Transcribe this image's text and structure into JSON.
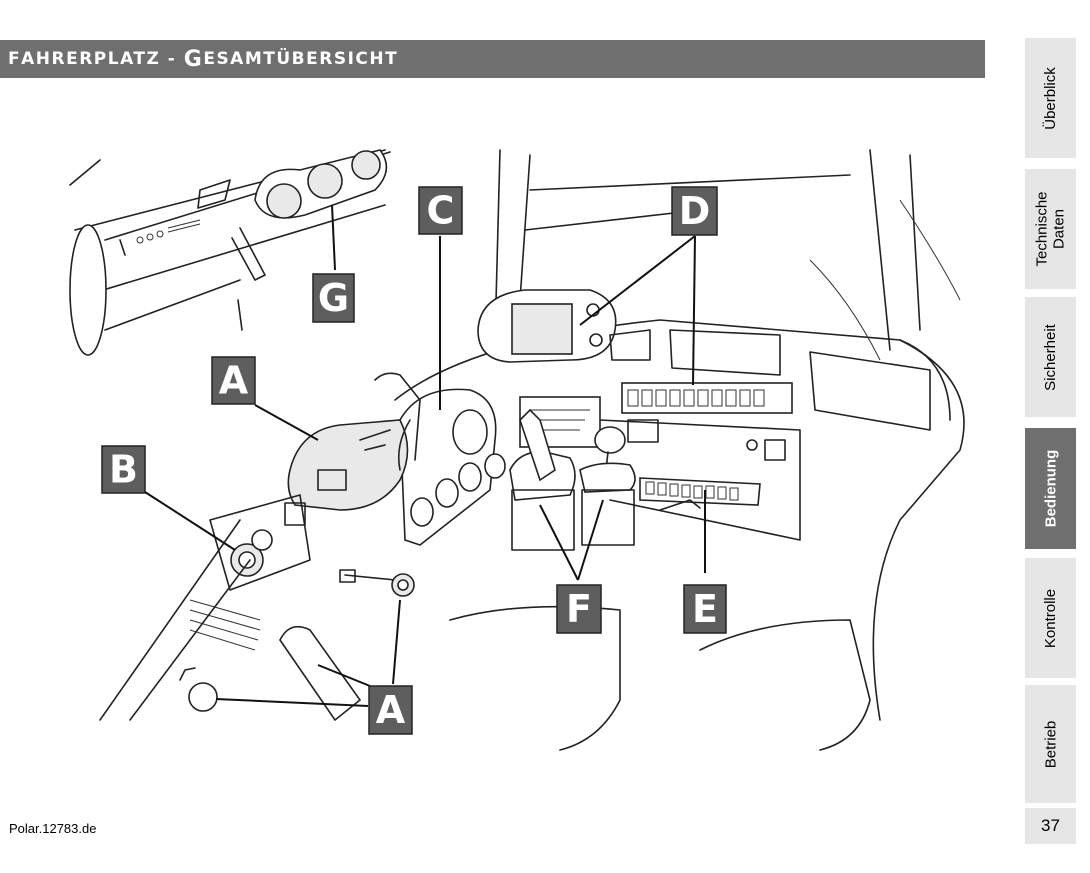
{
  "header": {
    "title_first": "F",
    "title_rest_small": "AHRERPLATZ",
    "title_sep": " - ",
    "title_cap": "G",
    "title_rest2": "ESAMTÜBERSICHT"
  },
  "tabs": [
    {
      "label": "Überblick",
      "active": false
    },
    {
      "label": "Technische\nDaten",
      "active": false
    },
    {
      "label": "Sicherheit",
      "active": false
    },
    {
      "label": "Bedienung",
      "active": true
    },
    {
      "label": "Kontrolle",
      "active": false
    },
    {
      "label": "Betrieb",
      "active": false
    }
  ],
  "page_number": "37",
  "footer": "Polar.12783.de",
  "callouts": {
    "a": "A",
    "b": "B",
    "c": "C",
    "d": "D",
    "e": "E",
    "f": "F",
    "g": "G"
  },
  "colors": {
    "title_bar": "#6f6f6f",
    "tab_bg": "#e6e6e6",
    "tab_active": "#6f6f6f",
    "label_bg": "#5e5e5e"
  }
}
